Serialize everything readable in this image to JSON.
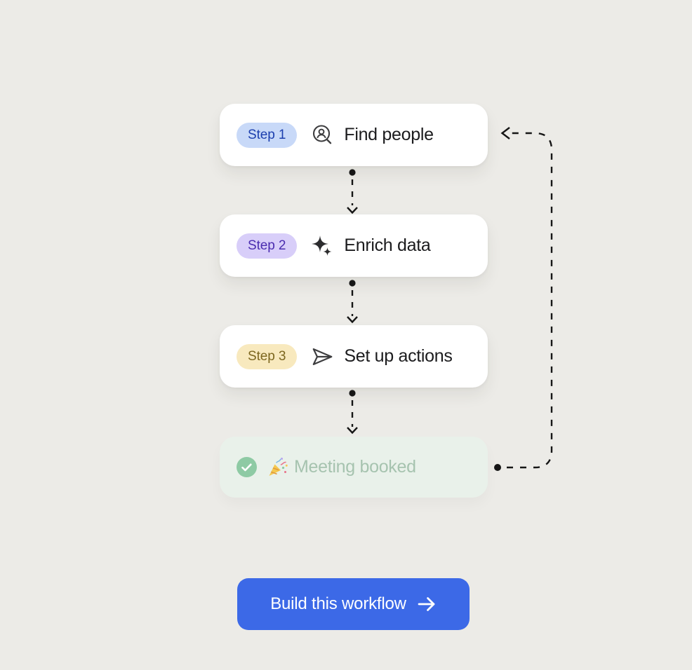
{
  "page": {
    "background": "#ECEBE7"
  },
  "workflow": {
    "steps": [
      {
        "badge_label": "Step 1",
        "title": "Find people",
        "icon": "person-search-icon",
        "badge_bg": "#C8D9F8",
        "badge_text_color": "#1C3FAE"
      },
      {
        "badge_label": "Step 2",
        "title": "Enrich data",
        "icon": "sparkles-icon",
        "badge_bg": "#D8CEF9",
        "badge_text_color": "#4B2DB0"
      },
      {
        "badge_label": "Step 3",
        "title": "Set up actions",
        "icon": "paper-plane-icon",
        "badge_bg": "#F8E9BE",
        "badge_text_color": "#7D671F"
      }
    ],
    "result": {
      "title": "Meeting booked",
      "emoji": "party-popper",
      "card_bg": "#E9F1EA",
      "text_color": "#A6C3AF",
      "check_circle_color": "#8ECAA4"
    },
    "connector_color": "#161616"
  },
  "cta": {
    "label": "Build this workflow",
    "icon": "arrow-right-icon",
    "bg": "#3C69E7",
    "text_color": "#FFFFFF"
  }
}
